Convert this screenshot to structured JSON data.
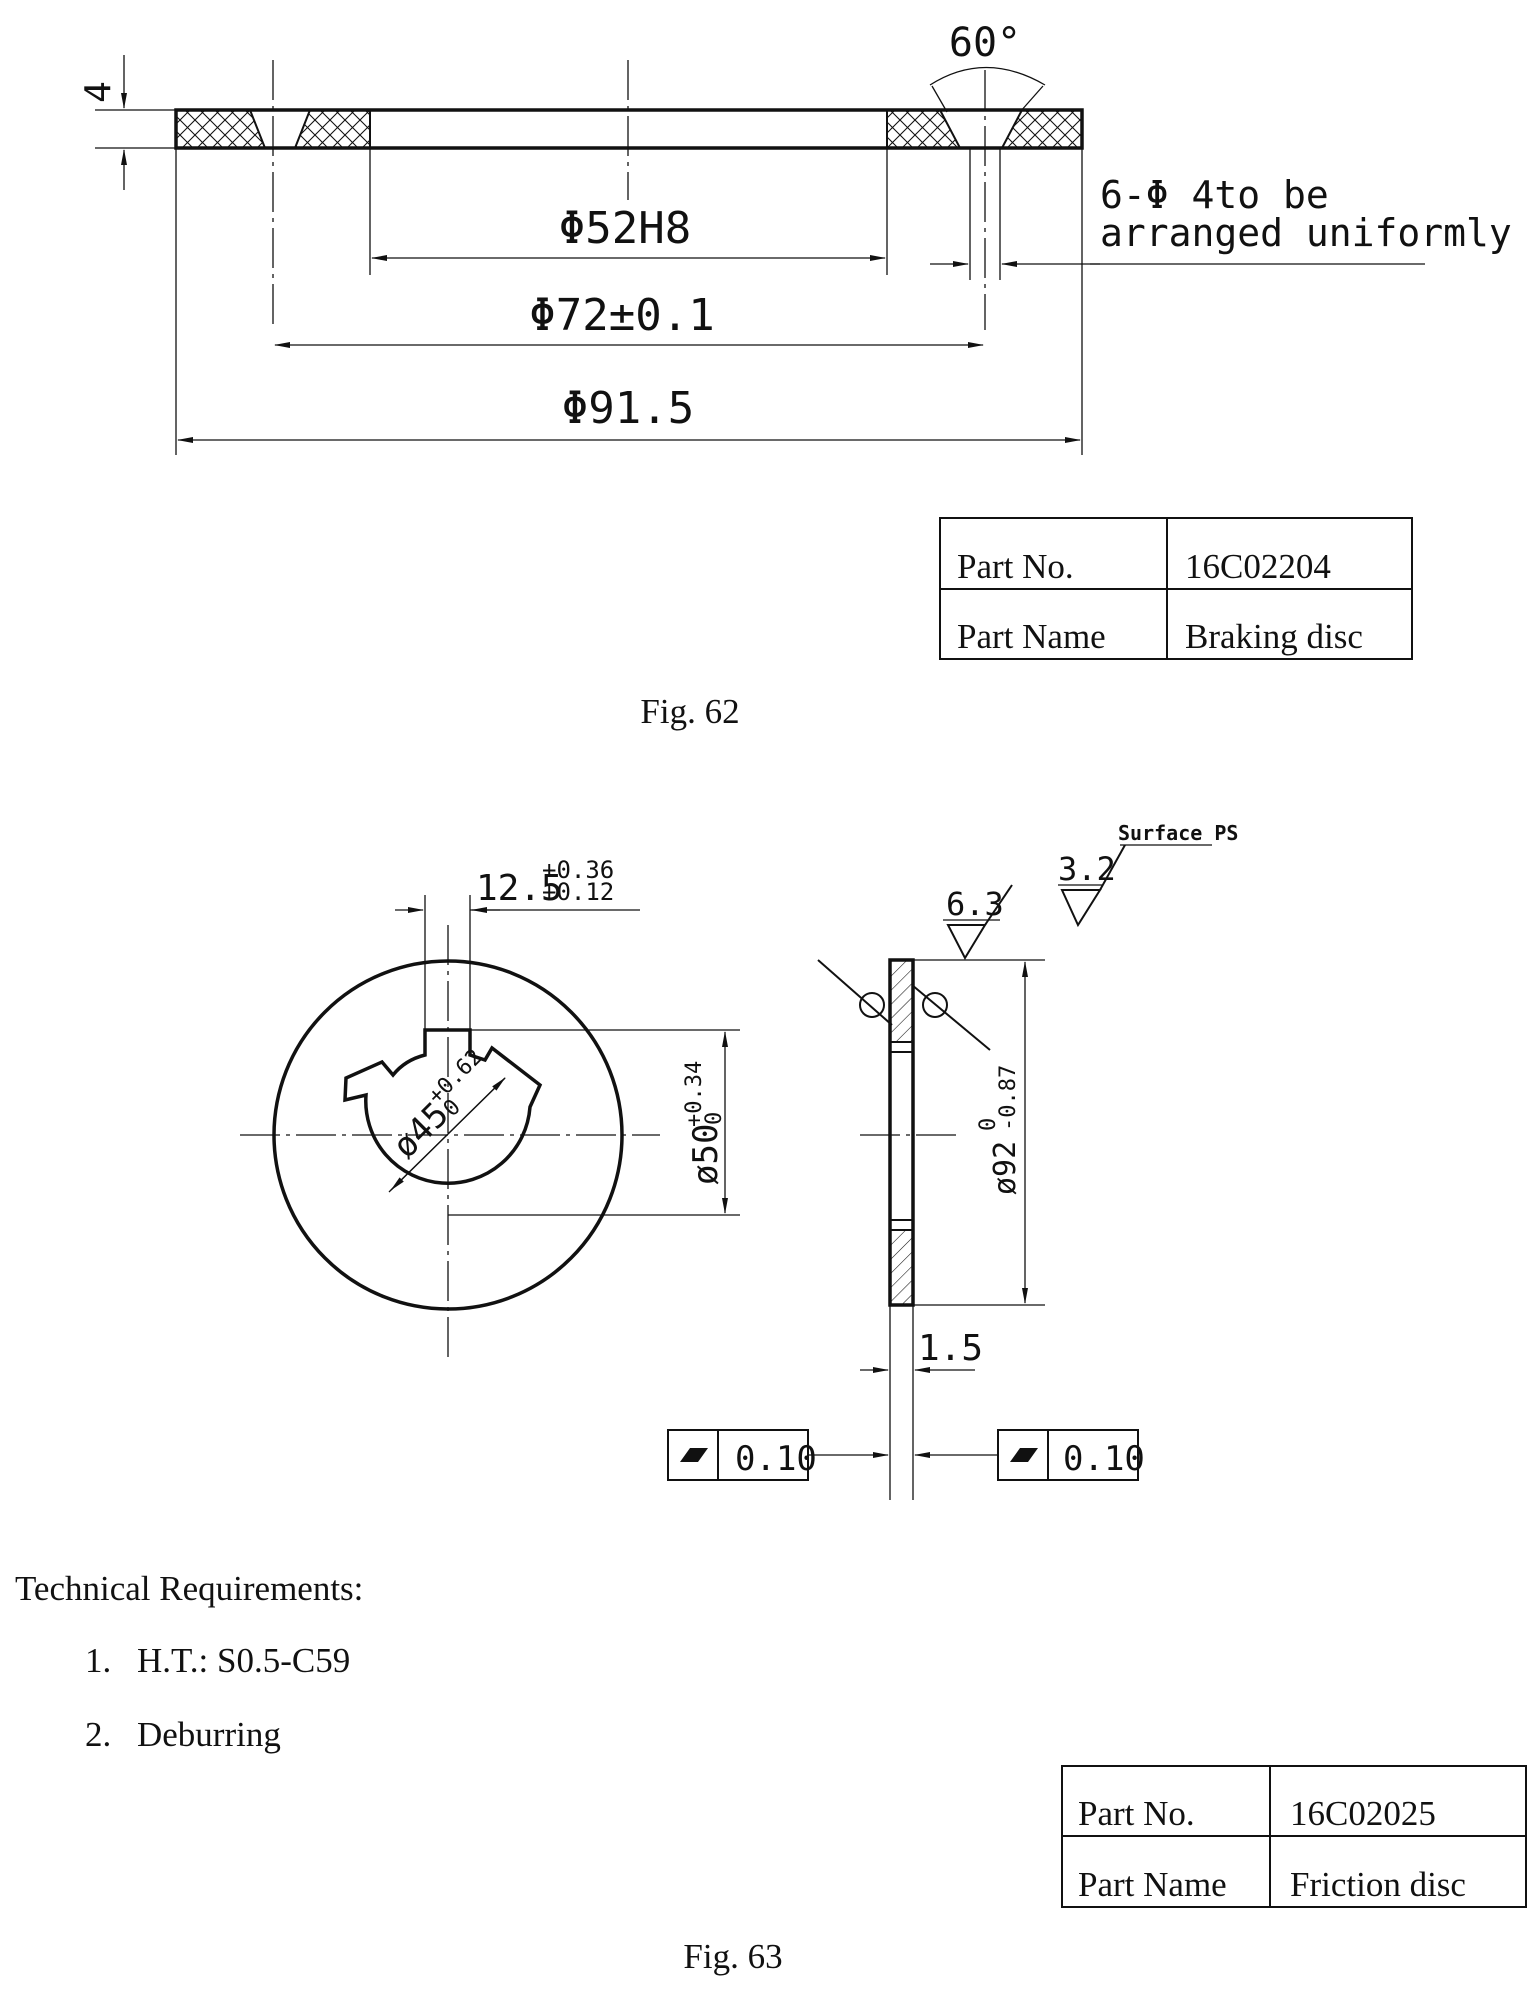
{
  "fig62": {
    "thickness": "4",
    "angle": "60°",
    "dim_bore": "Φ52H8",
    "dim_holes_circle": "Φ72±0.1",
    "dim_outer": "Φ91.5",
    "holes_note_line1": "6-Φ 4to be",
    "holes_note_line2": "arranged uniformly",
    "part_no_label": "Part No.",
    "part_no_value": "16C02204",
    "part_name_label": "Part Name",
    "part_name_value": "Braking disc",
    "caption": "Fig. 62"
  },
  "fig63": {
    "key_width": "12.5",
    "key_tol_upper": "+0.36",
    "key_tol_lower": "+0.12",
    "inner_dia": "ø45",
    "inner_tol_upper": "+0.62",
    "inner_tol_lower": "0",
    "spline_dia": "ø50",
    "spline_tol_upper": "+0.34",
    "spline_tol_lower": "0",
    "outer_dia": "ø92",
    "outer_tol_upper": "0",
    "outer_tol_lower": "-0.87",
    "thickness": "1.5",
    "roughness_side": "6.3",
    "roughness_general": "3.2",
    "roughness_note": "Surface PS",
    "flatness_left": "0.10",
    "flatness_right": "0.10",
    "part_no_label": "Part No.",
    "part_no_value": "16C02025",
    "part_name_label": "Part Name",
    "part_name_value": "Friction disc",
    "caption": "Fig. 63"
  },
  "requirements": {
    "title": "Technical Requirements:",
    "items": [
      {
        "num": "1.",
        "text": "H.T.: S0.5-C59"
      },
      {
        "num": "2.",
        "text": "Deburring"
      }
    ]
  }
}
